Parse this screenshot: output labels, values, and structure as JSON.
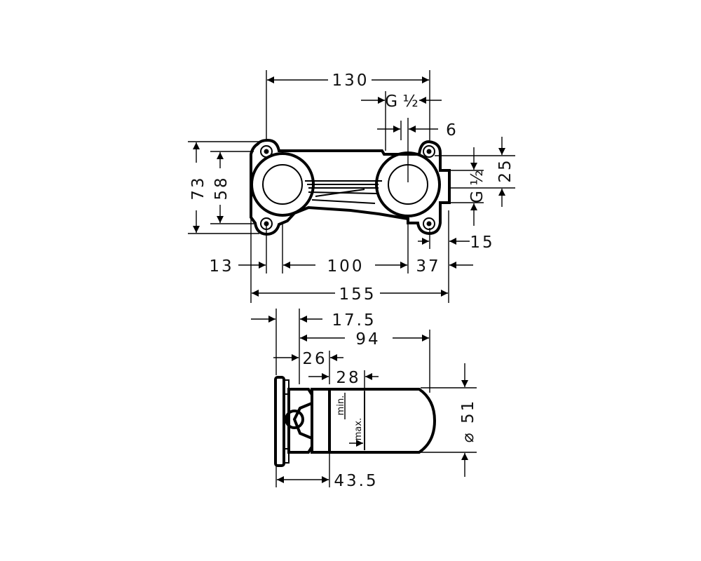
{
  "top_view": {
    "d130": "130",
    "thread_top": "G ½",
    "d6": "6",
    "d73": "73",
    "d58": "58",
    "d25": "25",
    "thread_side": "G ½",
    "d15": "15",
    "d13": "13",
    "d100": "100",
    "d37": "37",
    "d155": "155"
  },
  "side_view": {
    "d17_5": "17.5",
    "d94": "94",
    "d26": "26",
    "d28": "28",
    "d51": "⌀ 51",
    "d43_5": "43.5",
    "min_label": "min.",
    "max_label": "max."
  }
}
